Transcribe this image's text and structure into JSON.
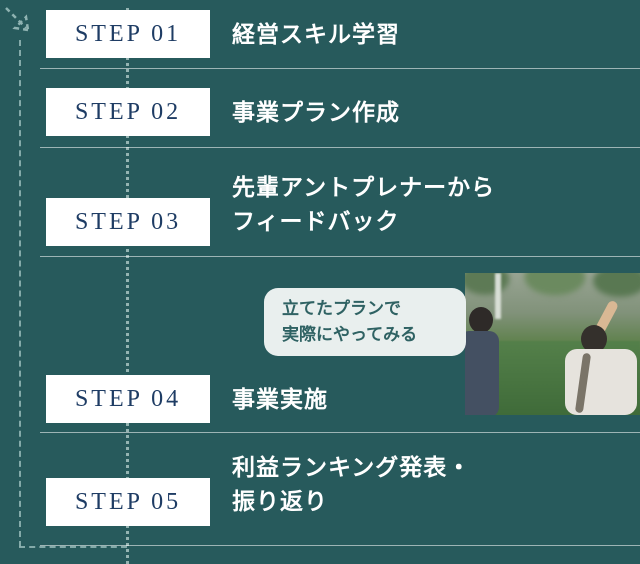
{
  "colors": {
    "background": "#275a5c",
    "badge_bg": "#ffffff",
    "badge_text": "#1e3c64",
    "title_text": "#ffffff",
    "bubble_bg": "#e9efee",
    "bubble_text": "#2f6263",
    "line": "#8fb3b2"
  },
  "steps": [
    {
      "badge": "STEP 01",
      "title_lines": [
        "経営スキル学習"
      ]
    },
    {
      "badge": "STEP 02",
      "title_lines": [
        "事業プラン作成"
      ]
    },
    {
      "badge": "STEP 03",
      "title_lines": [
        "先輩アントプレナーから",
        "フィードバック"
      ]
    },
    {
      "badge": "STEP 04",
      "title_lines": [
        "事業実施"
      ]
    },
    {
      "badge": "STEP 05",
      "title_lines": [
        "利益ランキング発表・",
        "振り返り"
      ]
    }
  ],
  "bubble": {
    "lines": [
      "立てたプランで",
      "実際にやってみる"
    ]
  },
  "photo": {
    "description": "students-outdoors-waving"
  }
}
